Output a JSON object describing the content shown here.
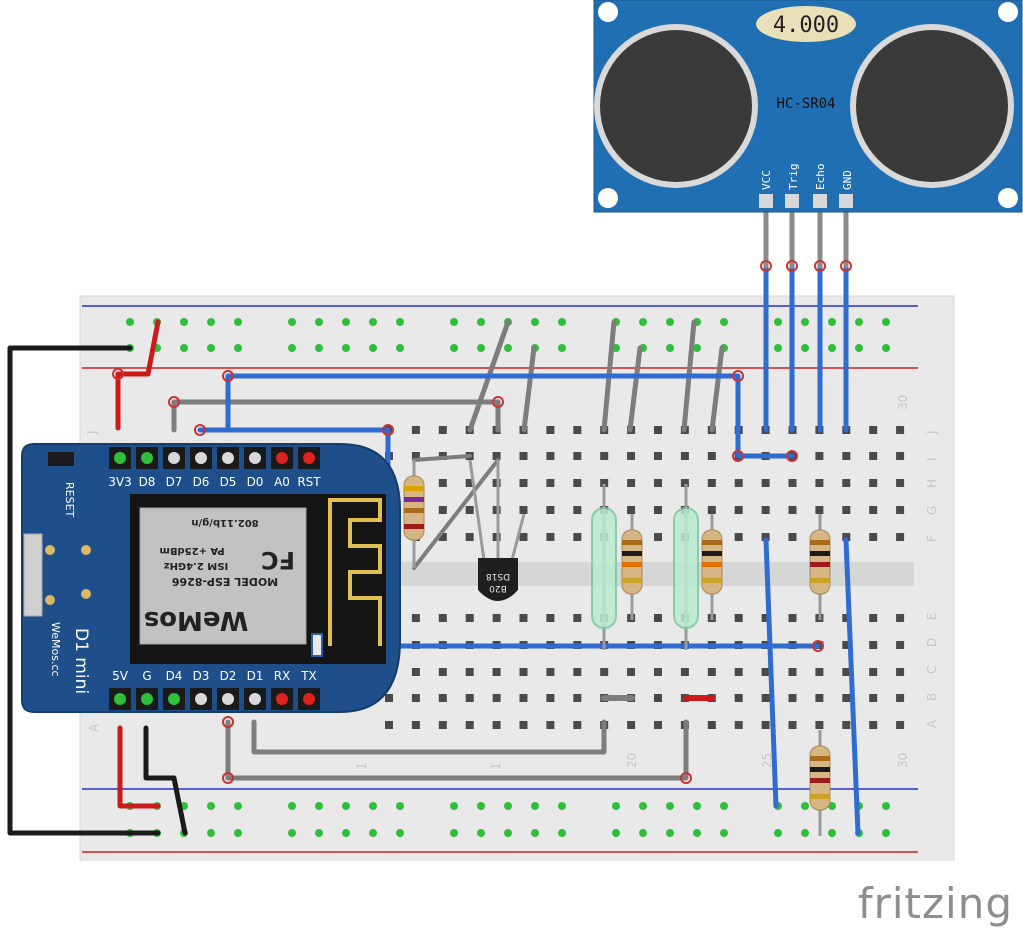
{
  "sensor": {
    "model": "HC-SR04",
    "display": "4.000",
    "pins": [
      "VCC",
      "Trig",
      "Echo",
      "GND"
    ]
  },
  "board": {
    "name": "D1 mini",
    "maker": "WeMos.cc",
    "reset_label": "RESET",
    "top_pins": [
      "3V3",
      "D8",
      "D7",
      "D6",
      "D5",
      "D0",
      "A0",
      "RST"
    ],
    "bottom_pins": [
      "5V",
      "G",
      "D4",
      "D3",
      "D2",
      "D1",
      "RX",
      "TX"
    ],
    "module": {
      "brand": "WeMos",
      "model": "MODEL ESP-8266",
      "ism": "ISM 2.4GHz",
      "pa": "PA +25dBm",
      "wifi": "802.11b/g/n",
      "fc": "FC"
    }
  },
  "temp_sensor": {
    "line1": "DS18",
    "line2": "B20"
  },
  "breadboard": {
    "row_letters_top": [
      "J",
      "I",
      "H",
      "G",
      "F"
    ],
    "row_letters_bottom": [
      "E",
      "D",
      "C",
      "B",
      "A"
    ],
    "col_numbers_top": [
      "30"
    ],
    "col_numbers_bottom": [
      "1",
      "1",
      "20",
      "25",
      "30"
    ]
  },
  "footer": {
    "brand": "fritzing"
  }
}
